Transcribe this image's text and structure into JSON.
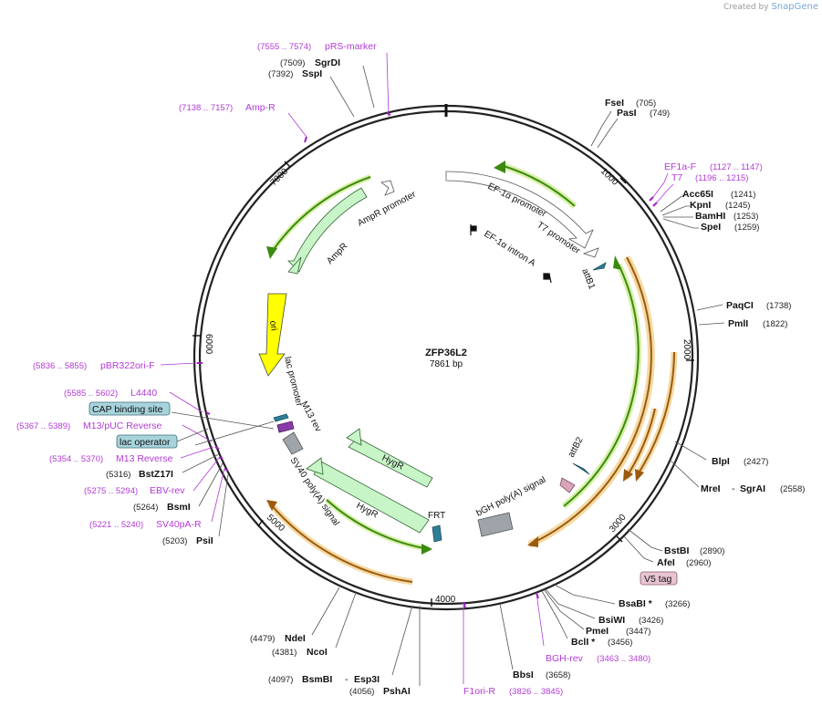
{
  "watermark": {
    "prefix": "Created by",
    "brand": "SnapGene"
  },
  "plasmid": {
    "name": "ZFP36L2",
    "size": "7861 bp"
  },
  "ticks": [
    "1000",
    "2000",
    "3000",
    "4000",
    "5000",
    "6000",
    "7000"
  ],
  "features": {
    "ef1a_promoter": "EF-1α promoter",
    "t7_promoter": "T7 promoter",
    "ef1a_intron": "EF-1α intron A",
    "attb1": "attB1",
    "attb2": "attB2",
    "bgh_signal": "bGH poly(A) signal",
    "frt": "FRT",
    "hygr1": "HygR",
    "hygr2": "HygR",
    "sv40_signal": "SV40 poly(A) signal",
    "m13_rev": "M13 rev",
    "lac_promoter": "lac promoter",
    "ori": "ori",
    "ampr": "AmpR",
    "ampr_promoter": "AmpR promoter"
  },
  "boxed_labels": {
    "v5": "V5 tag",
    "cap": "CAP binding site",
    "lac_op": "lac operator"
  },
  "sites": {
    "fsei": {
      "name": "FseI",
      "pos": "(705)"
    },
    "pasi": {
      "name": "PasI",
      "pos": "(749)"
    },
    "ef1af": {
      "name": "EF1a-F",
      "pos": "(1127 .. 1147)"
    },
    "t7": {
      "name": "T7",
      "pos": "(1196 .. 1215)"
    },
    "acc65i": {
      "name": "Acc65I",
      "pos": "(1241)"
    },
    "kpni": {
      "name": "KpnI",
      "pos": "(1245)"
    },
    "bamhi": {
      "name": "BamHI",
      "pos": "(1253)"
    },
    "spei": {
      "name": "SpeI",
      "pos": "(1259)"
    },
    "paqci": {
      "name": "PaqCI",
      "pos": "(1738)"
    },
    "pmli": {
      "name": "PmlI",
      "pos": "(1822)"
    },
    "blpi": {
      "name": "BlpI",
      "pos": "(2427)"
    },
    "mrei": {
      "name": "MreI",
      "sep": "-",
      "name2": "SgrAI",
      "pos": "(2558)"
    },
    "bstbi": {
      "name": "BstBI",
      "pos": "(2890)"
    },
    "afei": {
      "name": "AfeI",
      "pos": "(2960)"
    },
    "bsabi": {
      "name": "BsaBI *",
      "pos": "(3266)"
    },
    "bsiwi": {
      "name": "BsiWI",
      "pos": "(3426)"
    },
    "pmei": {
      "name": "PmeI",
      "pos": "(3447)"
    },
    "bcli": {
      "name": "BclI *",
      "pos": "(3456)"
    },
    "bghrev": {
      "name": "BGH-rev",
      "pos": "(3463 .. 3480)"
    },
    "bbsi": {
      "name": "BbsI",
      "pos": "(3658)"
    },
    "f1orir": {
      "name": "F1ori-R",
      "pos": "(3826 .. 3845)"
    },
    "pshai": {
      "name": "PshAI",
      "pos": "(4056)"
    },
    "bsmbi": {
      "name": "BsmBI",
      "sep": "-",
      "name2": "Esp3I",
      "pos": "(4097)"
    },
    "ncoi": {
      "name": "NcoI",
      "pos": "(4381)"
    },
    "ndei": {
      "name": "NdeI",
      "pos": "(4479)"
    },
    "psii": {
      "name": "PsiI",
      "pos": "(5203)"
    },
    "sv40par": {
      "name": "SV40pA-R",
      "pos": "(5221 .. 5240)"
    },
    "bsmi": {
      "name": "BsmI",
      "pos": "(5264)"
    },
    "ebvrev": {
      "name": "EBV-rev",
      "pos": "(5275 .. 5294)"
    },
    "bstz17i": {
      "name": "BstZ17I",
      "pos": "(5316)"
    },
    "m13reverse": {
      "name": "M13 Reverse",
      "pos": "(5354 .. 5370)"
    },
    "m13puc": {
      "name": "M13/pUC Reverse",
      "pos": "(5367 .. 5389)"
    },
    "l4440": {
      "name": "L4440",
      "pos": "(5585 .. 5602)"
    },
    "pbr322": {
      "name": "pBR322ori-F",
      "pos": "(5836 .. 5855)"
    },
    "ampr_primer": {
      "name": "Amp-R",
      "pos": "(7138 .. 7157)"
    },
    "sspi": {
      "name": "SspI",
      "pos": "(7392)"
    },
    "sgrdi": {
      "name": "SgrDI",
      "pos": "(7509)"
    },
    "prsmarker": {
      "name": "pRS-marker",
      "pos": "(7555 .. 7574)"
    }
  }
}
